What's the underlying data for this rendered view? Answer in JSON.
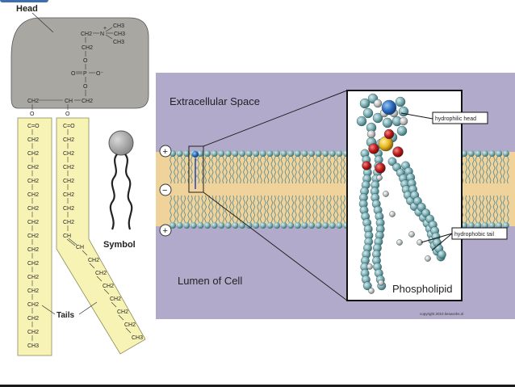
{
  "structure": {
    "head_label": "Head",
    "tails_label": "Tails",
    "symbol_label": "Symbol",
    "choline_n": "N",
    "choline_charge": "+",
    "methyl": "CH3",
    "ch2": "CH2",
    "ch3": "CH3",
    "ch": "CH",
    "o": "O",
    "p": "P",
    "o_minus": "O⁻",
    "carbonyl": "C=O",
    "double_bond_c": "CH"
  },
  "membrane": {
    "extracellular": "Extracellular Space",
    "lumen": "Lumen of Cell",
    "plus": "+",
    "minus": "−"
  },
  "inset": {
    "title": "Phospholipid",
    "hydrophilic_head": "hydrophilic head",
    "hydrophobic_tail": "hydrophobic tail"
  },
  "copyright": "copyright 2010 tiesworks.nl",
  "colors": {
    "head_fill": "#a9a7a2",
    "tail_fill": "#f7f3b5",
    "membrane_bg": "#b1aacb",
    "bilayer_core": "#f0d29b",
    "bead": "#6fa4ab",
    "head_blue": "#2a6bbf"
  }
}
